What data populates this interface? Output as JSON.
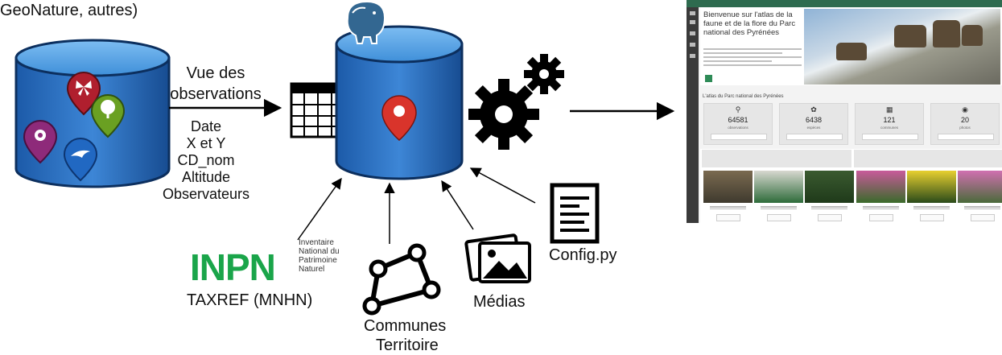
{
  "labels": {
    "top_left": [
      "GeoNature, autres)"
    ],
    "vue_title": [
      "Vue des",
      "observations"
    ],
    "fields": [
      "Date",
      "X et Y",
      "CD_nom",
      "Altitude",
      "Observateurs"
    ],
    "inpn_logo": "INPN",
    "inpn_sub": [
      "Inventaire",
      "National du",
      "Patrimoine",
      "Naturel"
    ],
    "taxref": "TAXREF (MNHN)",
    "communes": [
      "Communes",
      "Territoire"
    ],
    "medias": "Médias",
    "config": "Config.py"
  },
  "atlas": {
    "hero_title": "Bienvenue sur l'atlas de la faune et de la flore du Parc national des Pyrénées",
    "stats_title": "L'atlas du Parc national des Pyrénées",
    "stats": [
      {
        "icon": "search-icon",
        "value": "64581",
        "label": "observations"
      },
      {
        "icon": "leaf-icon",
        "value": "6438",
        "label": "espèces"
      },
      {
        "icon": "building-icon",
        "value": "121",
        "label": "communes"
      },
      {
        "icon": "camera-icon",
        "value": "20",
        "label": "photos"
      }
    ],
    "colors": {
      "topbar": "#2e6b4f",
      "sidebar": "#3a3a3a"
    }
  },
  "colors": {
    "db_blue": "#1f5fb0",
    "db_light": "#5aa6e8",
    "pin_red": "#d9342b",
    "butterfly_pin": "#b01f2e",
    "tree_pin": "#6aa022",
    "flower_pin": "#8e2a7a",
    "bird_pin": "#2168c2",
    "inpn_green": "#1aa54a",
    "inpn_yellow": "#f1c232",
    "inpn_blue": "#2a62b8"
  }
}
